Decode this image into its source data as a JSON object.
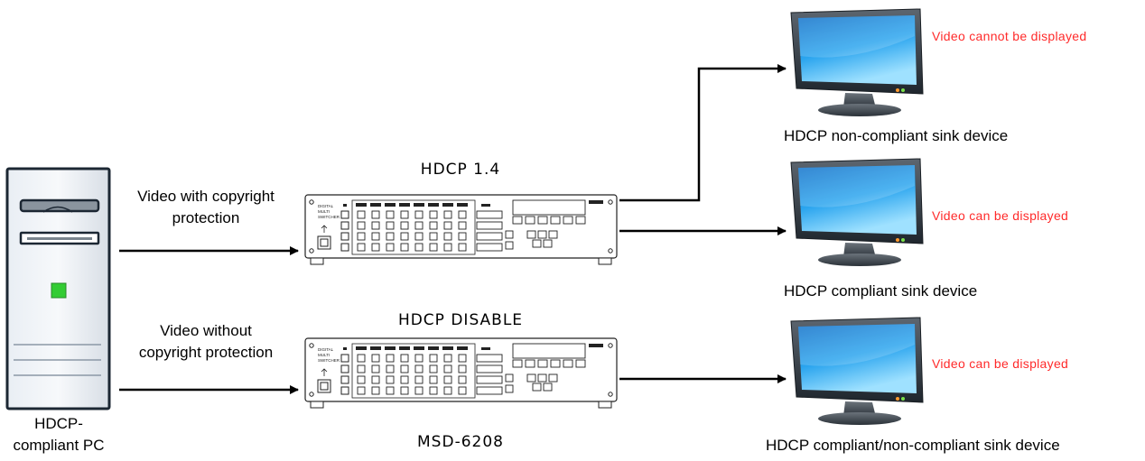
{
  "source": {
    "label_line1": "HDCP-",
    "label_line2": "compliant PC"
  },
  "paths": {
    "top_label_line1": "Video with copyright",
    "top_label_line2": "protection",
    "bottom_label_line1": "Video without",
    "bottom_label_line2": "copyright protection"
  },
  "switchers": {
    "top_mode": "HDCP 1.4",
    "bottom_mode": "HDCP DISABLE",
    "model": "MSD-6208",
    "panel_text": "DIGITAL MULTI SWITCHER"
  },
  "sinks": [
    {
      "status": "Video cannot be displayed",
      "label": "HDCP non-compliant sink device"
    },
    {
      "status": "Video can be displayed",
      "label": "HDCP compliant sink device"
    },
    {
      "status": "Video can be displayed",
      "label": "HDCP compliant/non-compliant sink device"
    }
  ],
  "colors": {
    "status_text": "#ff2a2a",
    "pc_indicator": "#33cc33",
    "screen_top": "#1a8fe0",
    "screen_bottom": "#7fd0ff"
  }
}
